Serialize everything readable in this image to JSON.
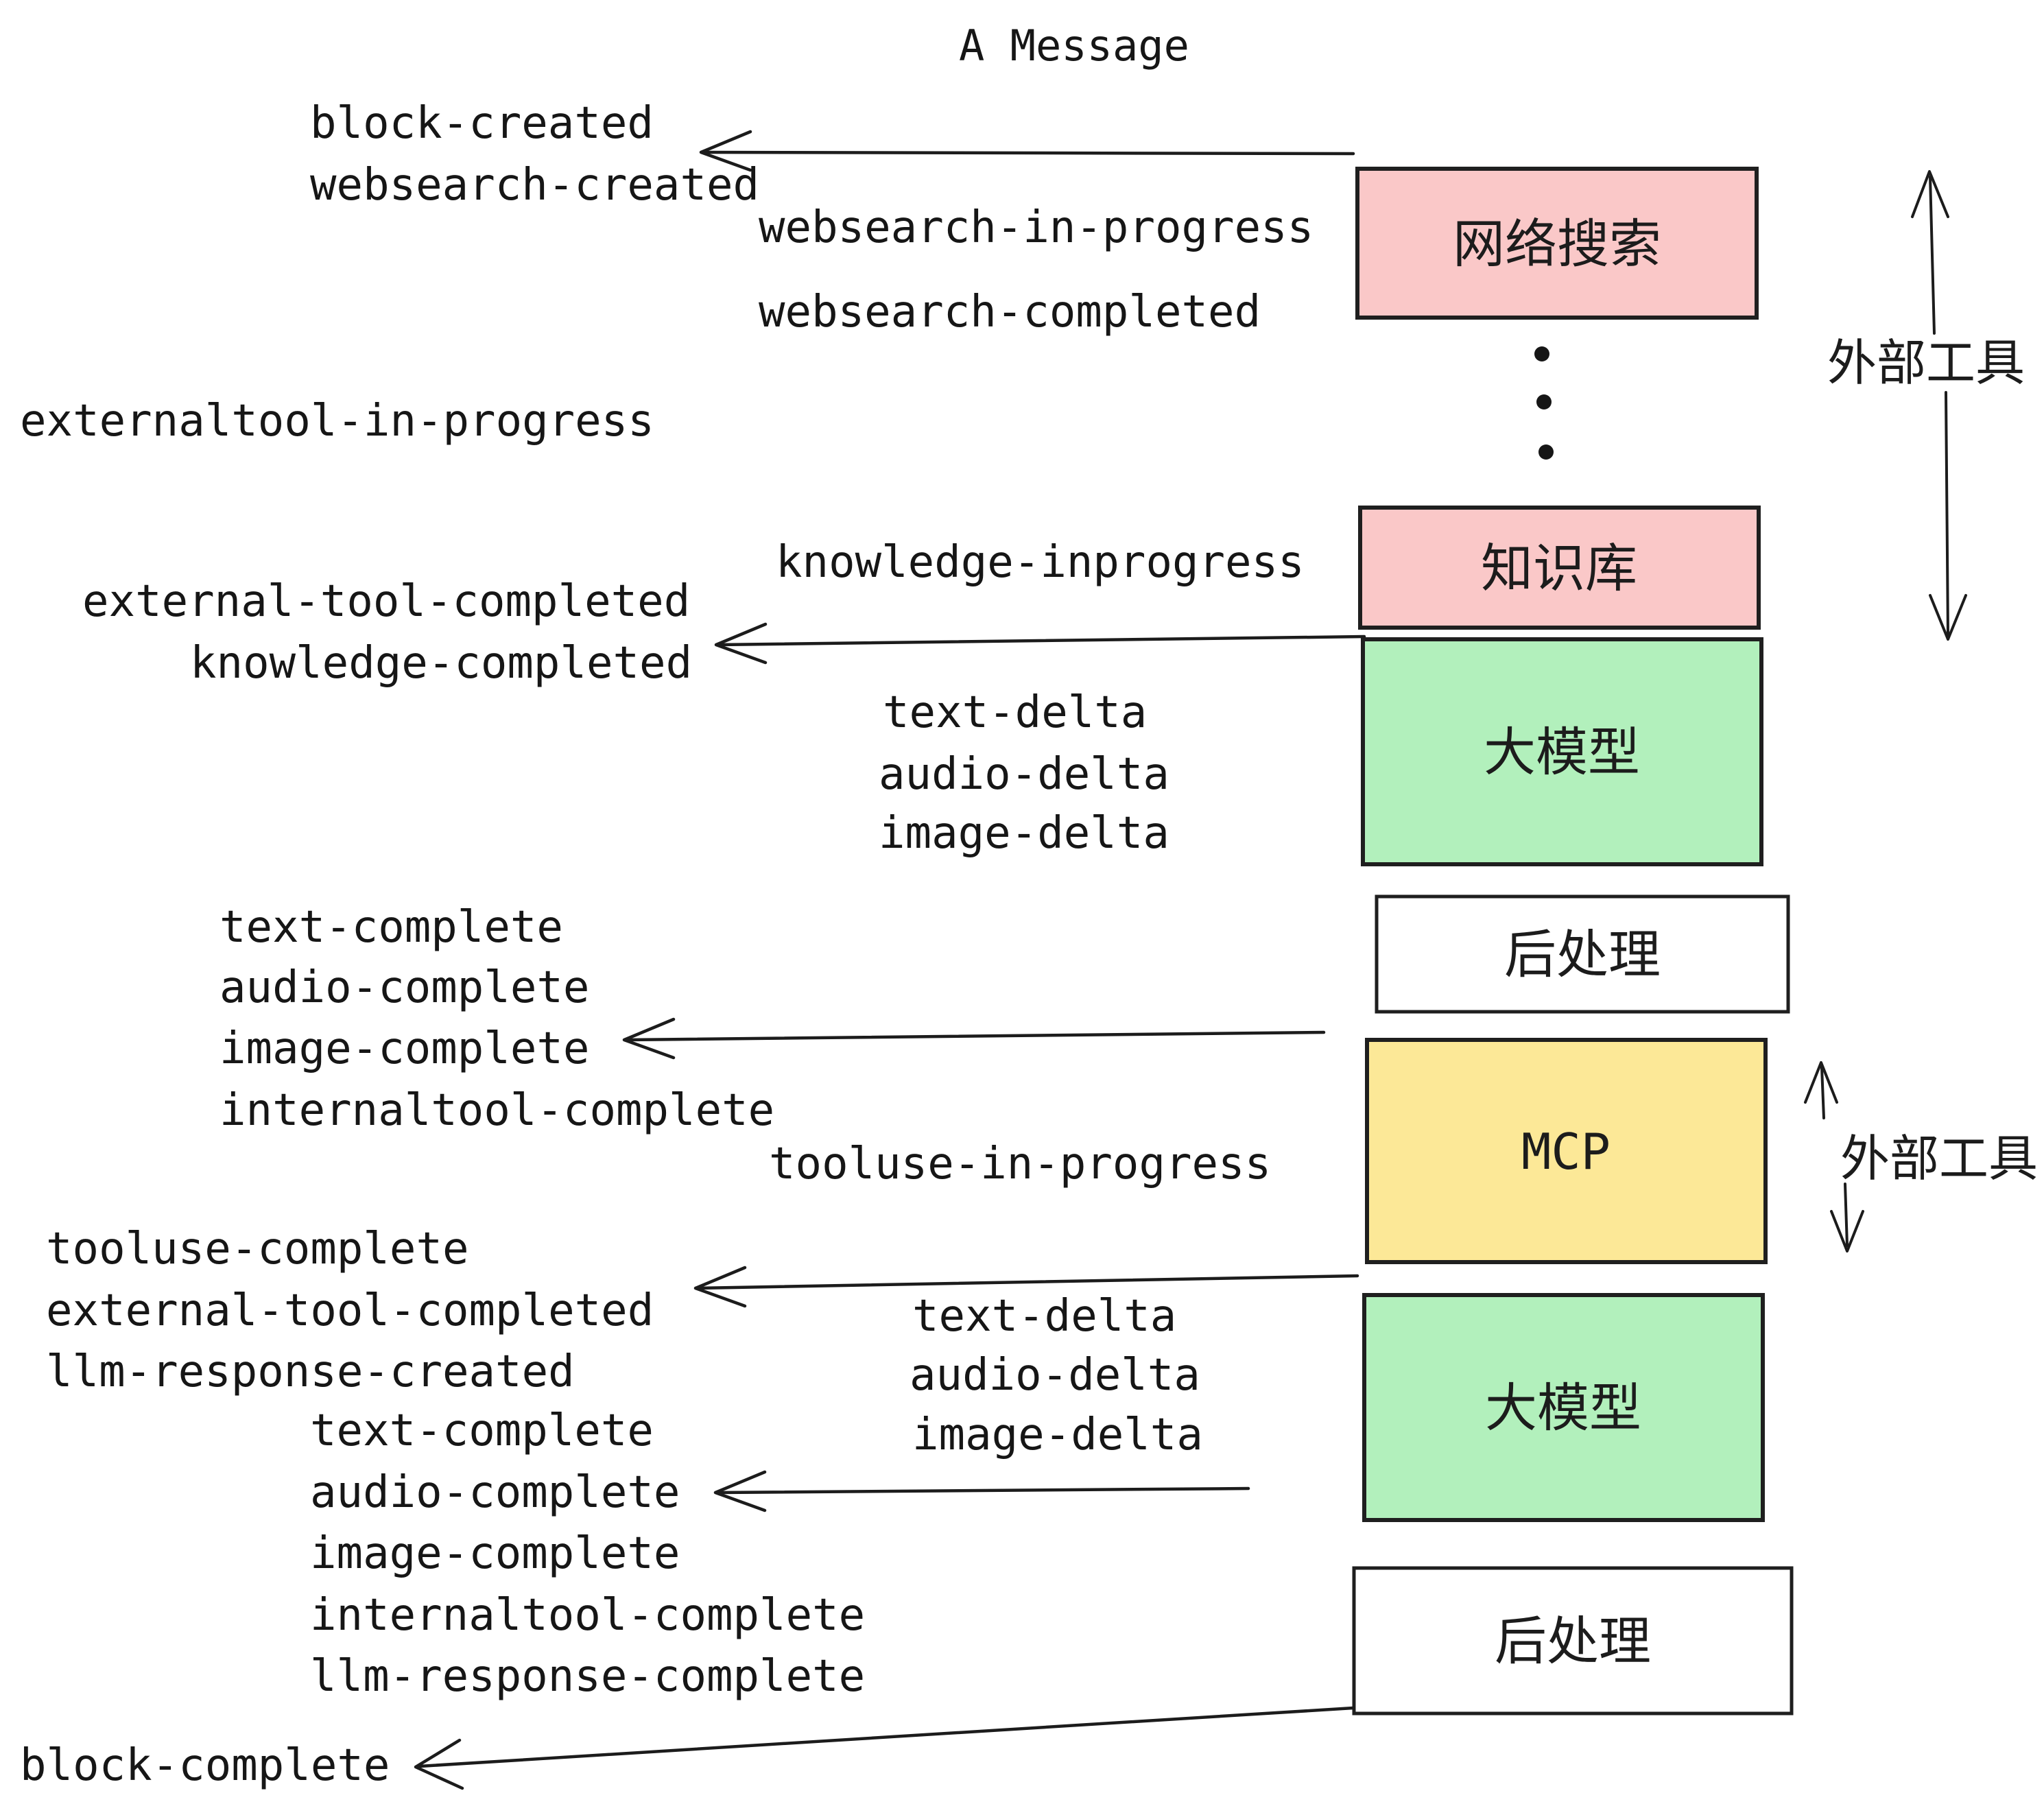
{
  "title": "A Message",
  "boxes": {
    "websearch": {
      "label": "网络搜索",
      "color": "#FAC8C8"
    },
    "knowledge": {
      "label": "知识库",
      "color": "#FAC8C8"
    },
    "llm_top": {
      "label": "大模型",
      "color": "#B2F0BC"
    },
    "post_top": {
      "label": "后处理",
      "color": "#FFFFFF"
    },
    "mcp": {
      "label": "MCP",
      "color": "#FCE897"
    },
    "llm_bottom": {
      "label": "大模型",
      "color": "#B2F0BC"
    },
    "post_bottom": {
      "label": "后处理",
      "color": "#FFFFFF"
    }
  },
  "side_labels": {
    "external_tools_top": "外部工具",
    "external_tools_mcp": "外部工具"
  },
  "events": {
    "block_created": "block-created",
    "websearch_created": "websearch-created",
    "websearch_in_progress": "websearch-in-progress",
    "websearch_completed": "websearch-completed",
    "externaltool_in_progress": "externaltool-in-progress",
    "knowledge_inprogress": "knowledge-inprogress",
    "external_tool_completed": "external-tool-completed",
    "knowledge_completed": "knowledge-completed",
    "text_delta": "text-delta",
    "audio_delta": "audio-delta",
    "image_delta": "image-delta",
    "text_complete": "text-complete",
    "audio_complete": "audio-complete",
    "image_complete": "image-complete",
    "internaltool_complete": "internaltool-complete",
    "tooluse_in_progress": "tooluse-in-progress",
    "tooluse_complete": "tooluse-complete",
    "llm_response_created": "llm-response-created",
    "llm_response_complete": "llm-response-complete",
    "block_complete": "block-complete"
  },
  "colors": {
    "pink": "#FAC8C8",
    "green": "#B2F0BC",
    "yellow": "#FCE897",
    "white": "#FFFFFF",
    "stroke": "#1f1f1f"
  }
}
